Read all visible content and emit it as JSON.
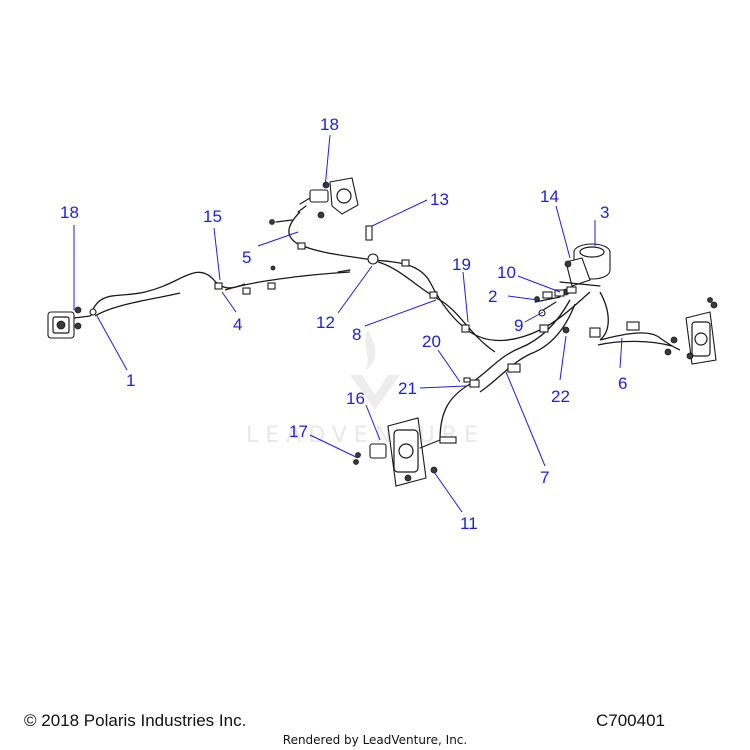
{
  "watermark": "LEADVENTURE",
  "callouts": [
    "1",
    "2",
    "3",
    "4",
    "5",
    "6",
    "7",
    "8",
    "9",
    "10",
    "11",
    "12",
    "13",
    "14",
    "15",
    "16",
    "17",
    "18",
    "18",
    "19",
    "20",
    "21",
    "22"
  ],
  "footer": {
    "copyright": "© 2018 Polaris Industries Inc.",
    "figure_id": "C700401",
    "rendered_by": "Rendered by LeadVenture, Inc."
  }
}
